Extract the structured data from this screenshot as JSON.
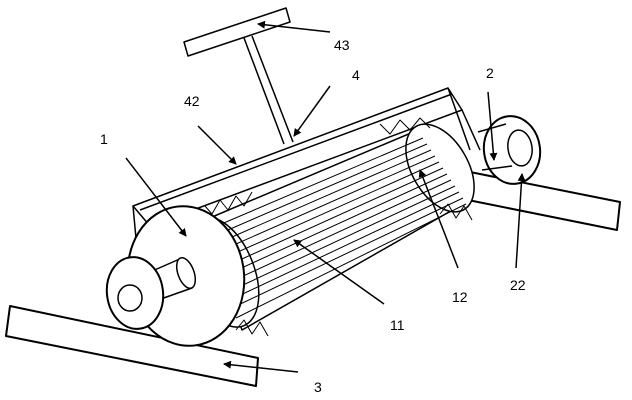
{
  "labels": {
    "l1": "1",
    "l2": "2",
    "l3": "3",
    "l4": "4",
    "l11": "11",
    "l12": "12",
    "l22": "22",
    "l42": "42",
    "l43": "43"
  }
}
